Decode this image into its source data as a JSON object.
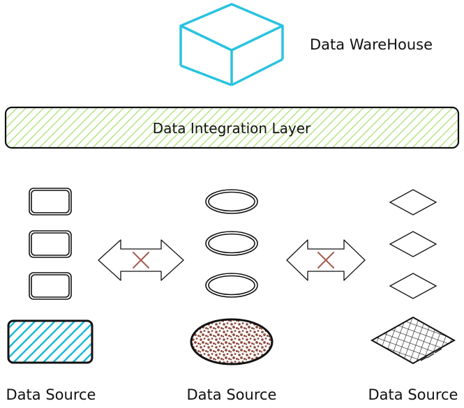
{
  "warehouse": {
    "label": "Data WareHouse"
  },
  "integration_layer": {
    "label": "Data Integration Layer"
  },
  "sources": [
    {
      "label": "Data Source"
    },
    {
      "label": "Data Source"
    },
    {
      "label": "Data Source"
    }
  ],
  "colors": {
    "warehouse_stroke": "#29c3df",
    "layer_hatch": "#b5e487",
    "left_hatch": "#1ab8d9",
    "dots": "#8b4a3c",
    "cross": "#a25a4d",
    "ink": "#111111"
  }
}
